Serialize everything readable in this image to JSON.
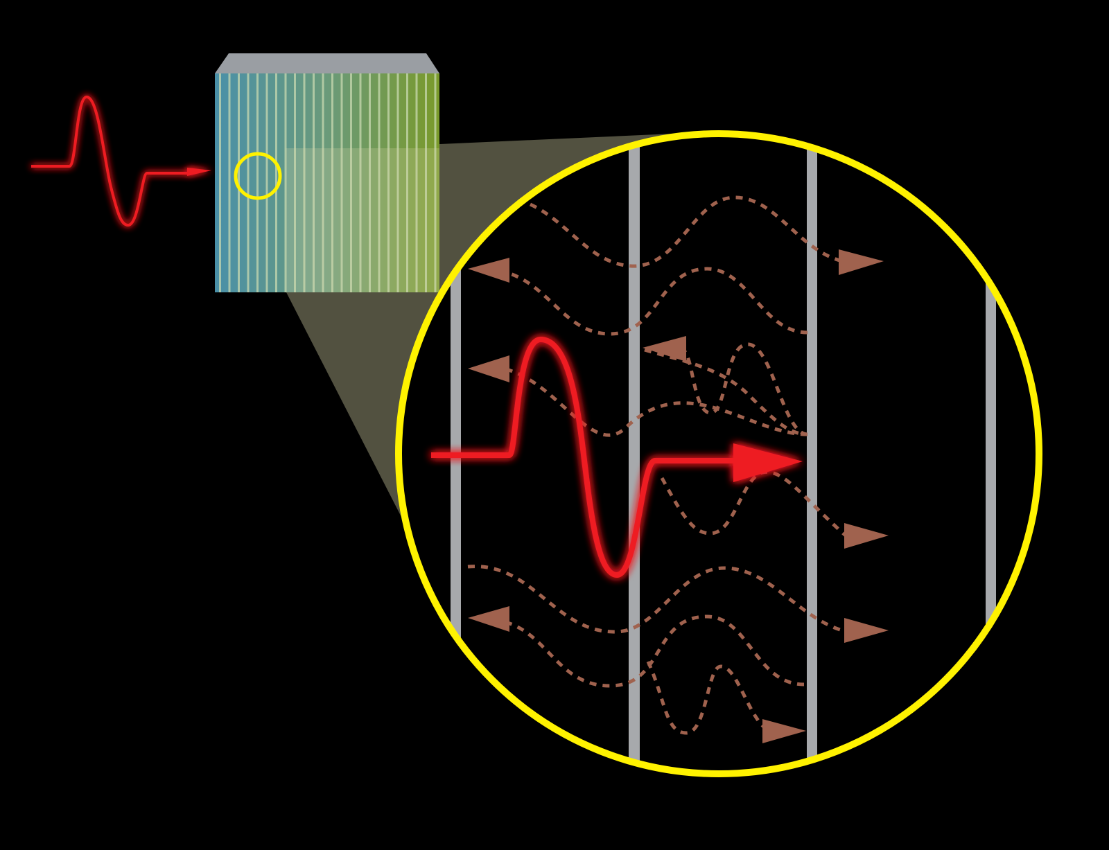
{
  "diagram": {
    "background_color": "#000000",
    "colors": {
      "incident_pulse": "#ee1d23",
      "pulse_glow": "#ff6a6a",
      "magnifier_ring": "#fff200",
      "zoom_cone": "#d8d6a8",
      "layer_lines": "#a7a9ac",
      "scattered_waves": "#a0624e",
      "slab_top": "#9a9ea3",
      "slab_blue": "#4a90a8",
      "slab_green": "#7a9a2a"
    },
    "elements": {
      "incident_pulse": "incident-pulse-waveform",
      "layered_slab": "multilayer-medium-block",
      "focus_marker": "focus-circle",
      "zoom_cone": "magnification-cone",
      "magnifier": "magnified-view-circle",
      "transmitted_pulse": "transmitted-pulse-arrow",
      "scattered_waves": "multiply-scattered-waves"
    }
  }
}
